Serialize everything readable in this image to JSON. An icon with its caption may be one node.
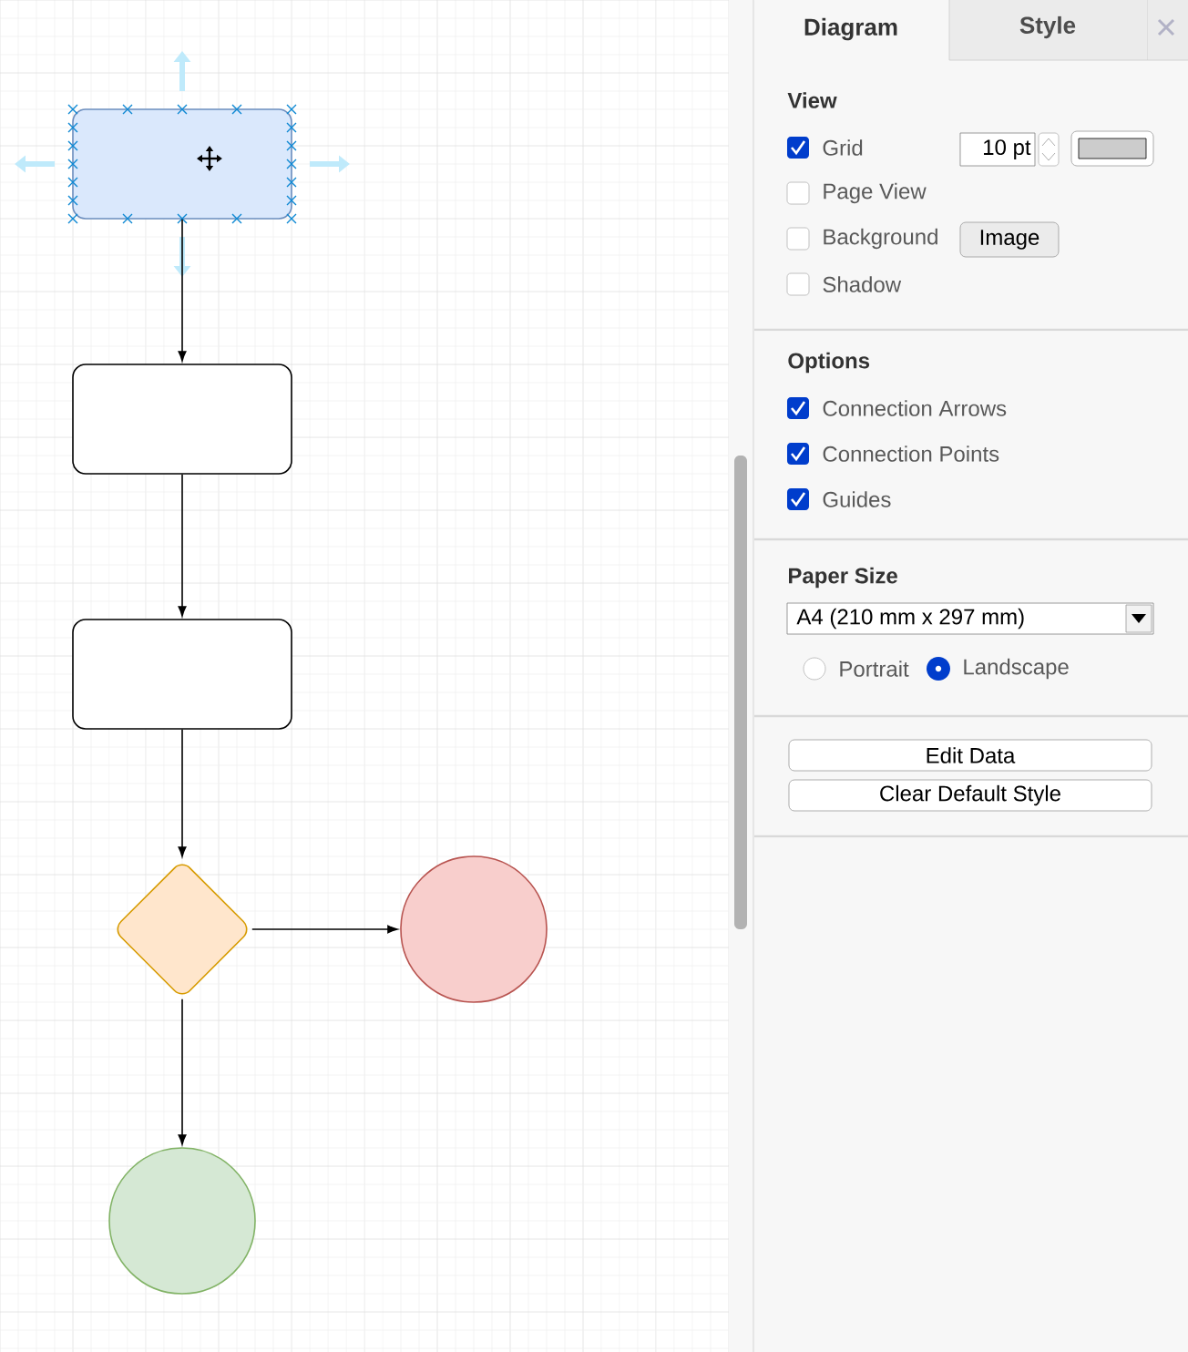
{
  "diagram": {
    "nodes": [
      {
        "text": [],
        "shape": "box"
      },
      {
        "text": [],
        "shape": "box"
      },
      {
        "text": [],
        "shape": "box"
      },
      {
        "text": [],
        "shape": "diamond"
      },
      {
        "text": [],
        "shape": "circle"
      },
      {
        "text": [],
        "shape": "circle"
      }
    ],
    "edges": [
      {
        "from": 0,
        "to": 1,
        "arrow": "to"
      },
      {
        "from": 1,
        "to": 2,
        "arrow": "to"
      },
      {
        "from": 2,
        "to": 3,
        "arrow": "to"
      },
      {
        "from": 3,
        "to": 4,
        "arrow": "to"
      },
      {
        "from": 3,
        "to": 5,
        "arrow": "to"
      }
    ],
    "labels": [
      "Diagram",
      "Style",
      "View",
      "Grid",
      "10 pt",
      "Page View",
      "Background",
      "Image",
      "Shadow",
      "Options",
      "Connection Arrows",
      "Connection Points",
      "Guides",
      "Paper Size",
      "A4 (210 mm x 297 mm)",
      "Portrait",
      "Landscape",
      "Edit Data",
      "Clear Default Style"
    ]
  }
}
